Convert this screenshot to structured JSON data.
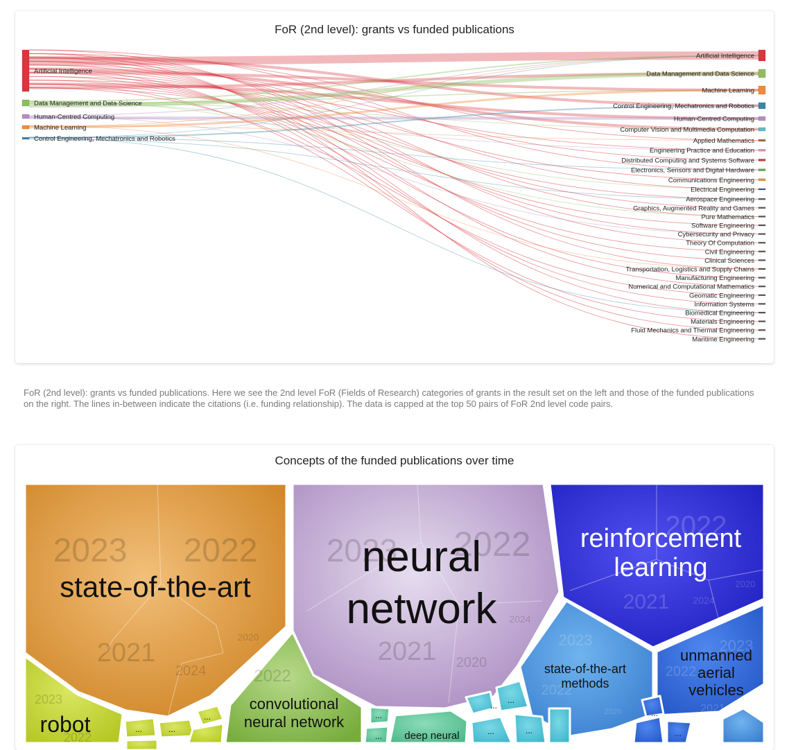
{
  "sankey": {
    "title": "FoR (2nd level): grants vs funded publications",
    "caption": "FoR (2nd level): grants vs funded publications. Here we see the 2nd level FoR (Fields of Research) categories of grants in the result set on the left and those of the funded publications on the right. The lines in-between indicate the citations (i.e. funding relationship). The data is capped at the top 50 pairs of FoR 2nd level code pairs."
  },
  "treemap": {
    "title": "Concepts of the funded publications over time"
  },
  "chart_data": [
    {
      "type": "sankey",
      "title": "FoR (2nd level): grants vs funded publications",
      "left_nodes": [
        {
          "label": "Artificial Intelligence",
          "color": "#d9363e"
        },
        {
          "label": "Data Management and Data Science",
          "color": "#8cbf5c"
        },
        {
          "label": "Human-Centred Computing",
          "color": "#b48fc4"
        },
        {
          "label": "Machine Learning",
          "color": "#f08a3c"
        },
        {
          "label": "Control Engineering, Mechatronics and Robotics",
          "color": "#3d86a8"
        }
      ],
      "right_nodes": [
        {
          "label": "Artificial Intelligence",
          "color": "#d9363e"
        },
        {
          "label": "Data Management and Data Science",
          "color": "#8cbf5c"
        },
        {
          "label": "Machine Learning",
          "color": "#f08a3c"
        },
        {
          "label": "Control Engineering, Mechatronics and Robotics",
          "color": "#3d86a8"
        },
        {
          "label": "Human-Centred Computing",
          "color": "#b48fc4"
        },
        {
          "label": "Computer Vision and Multimedia Computation",
          "color": "#5bbfc9"
        },
        {
          "label": "Applied Mathematics",
          "color": "#a0714f"
        },
        {
          "label": "Engineering Practice and Education",
          "color": "#e38fb2"
        },
        {
          "label": "Distributed Computing and Systems Software",
          "color": "#c0443b"
        },
        {
          "label": "Electronics, Sensors and Digital Hardware",
          "color": "#6aa84f"
        },
        {
          "label": "Communications Engineering",
          "color": "#e69138"
        },
        {
          "label": "Electrical Engineering",
          "color": "#3c5a80"
        },
        {
          "label": "Aerospace Engineering",
          "color": "#555555"
        },
        {
          "label": "Graphics, Augmented Reality and Games",
          "color": "#555555"
        },
        {
          "label": "Pure Mathematics",
          "color": "#555555"
        },
        {
          "label": "Software Engineering",
          "color": "#555555"
        },
        {
          "label": "Cybersecurity and Privacy",
          "color": "#555555"
        },
        {
          "label": "Theory Of Computation",
          "color": "#555555"
        },
        {
          "label": "Civil Engineering",
          "color": "#555555"
        },
        {
          "label": "Clinical Sciences",
          "color": "#555555"
        },
        {
          "label": "Transportation, Logistics and Supply Chains",
          "color": "#555555"
        },
        {
          "label": "Manufacturing Engineering",
          "color": "#555555"
        },
        {
          "label": "Numerical and Computational Mathematics",
          "color": "#555555"
        },
        {
          "label": "Geomatic Engineering",
          "color": "#555555"
        },
        {
          "label": "Information Systems",
          "color": "#555555"
        },
        {
          "label": "Biomedical Engineering",
          "color": "#555555"
        },
        {
          "label": "Materials Engineering",
          "color": "#555555"
        },
        {
          "label": "Fluid Mechanics and Thermal Engineering",
          "color": "#555555"
        },
        {
          "label": "Maritime Engineering",
          "color": "#555555"
        }
      ]
    },
    {
      "type": "voronoi-treemap",
      "title": "Concepts of the funded publications over time",
      "cells": [
        {
          "label": "state-of-the-art",
          "years": [
            "2023",
            "2022",
            "2021",
            "2024",
            "2020"
          ],
          "color": "#d4892a"
        },
        {
          "label": "neural network",
          "years": [
            "2023",
            "2022",
            "2021",
            "2020",
            "2024"
          ],
          "color": "#b49ac6"
        },
        {
          "label": "reinforcement learning",
          "years": [
            "2022",
            "2021",
            "2024",
            "2020"
          ],
          "color": "#2f2fd0"
        },
        {
          "label": "convolutional neural network",
          "years": [
            "2022"
          ],
          "color": "#86b84a"
        },
        {
          "label": "state-of-the-art methods",
          "years": [
            "2023",
            "2022",
            "2020"
          ],
          "color": "#4a8fd8"
        },
        {
          "label": "unmanned aerial vehicles",
          "years": [
            "2023",
            "2022",
            "2021"
          ],
          "color": "#2f6ad8"
        },
        {
          "label": "robot",
          "years": [
            "2023",
            "2022"
          ],
          "color": "#b9cc2a"
        },
        {
          "label": "deep neural",
          "years": [],
          "color": "#5cc49a"
        }
      ],
      "ellipsis": "..."
    }
  ]
}
